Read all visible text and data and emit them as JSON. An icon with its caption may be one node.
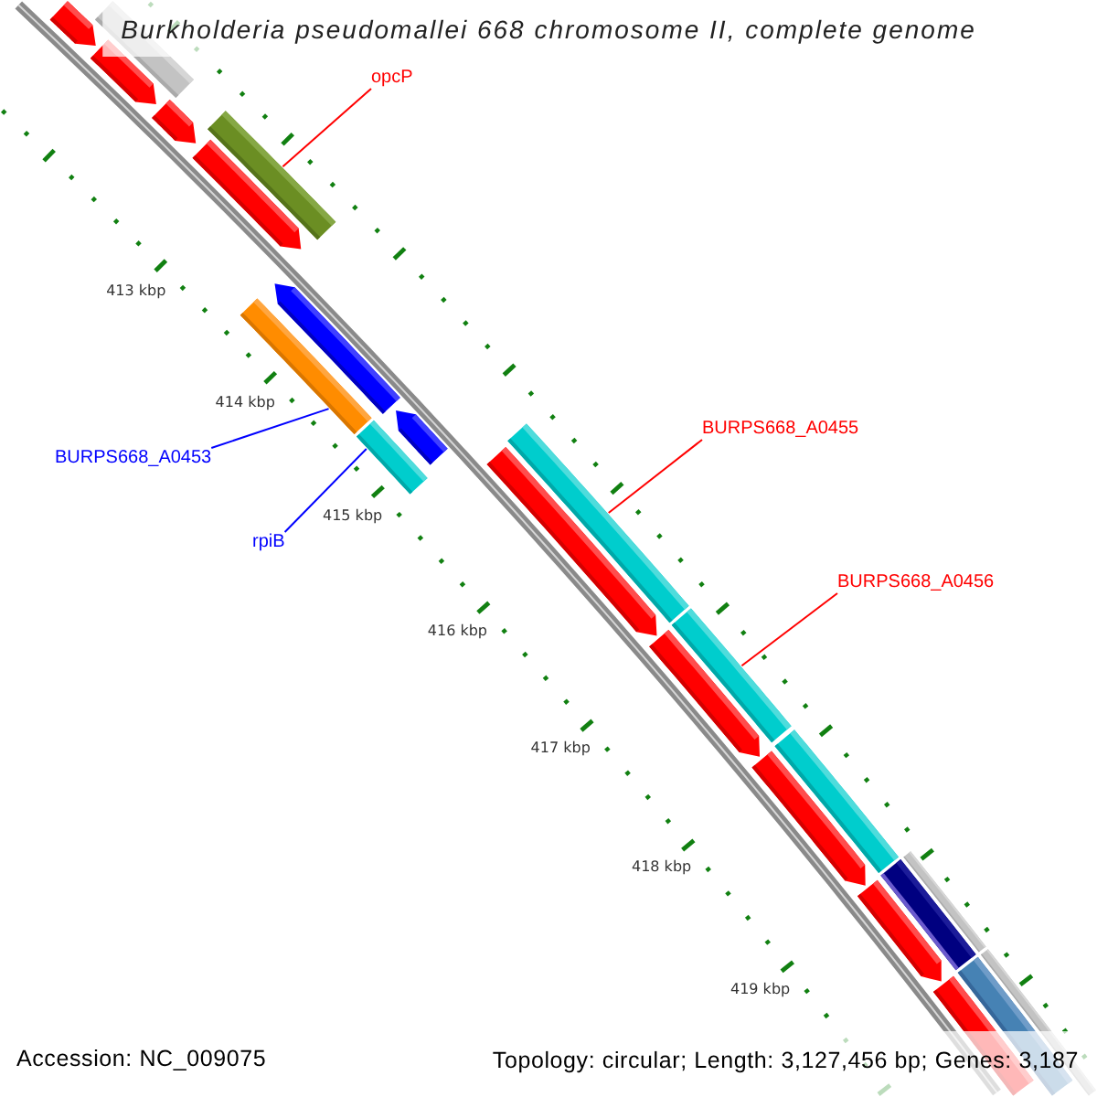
{
  "diagram": {
    "title": "Burkholderia pseudomallei 668 chromosome II, complete genome",
    "nodes": [
      {
        "text": [
          "opcP"
        ]
      },
      {
        "text": [
          "BURPS668_A0455"
        ]
      },
      {
        "text": [
          "BURPS668_A0453"
        ]
      },
      {
        "text": [
          "rpiB"
        ]
      },
      {
        "text": [
          "BURPS668_A0456"
        ]
      },
      {
        "text": [],
        "shape": "bar"
      },
      {
        "text": [],
        "shape": "arrow"
      },
      {
        "text": [],
        "shape": "arrow"
      },
      {
        "text": [],
        "shape": "arrow"
      },
      {
        "text": [],
        "shape": "bar"
      },
      {
        "text": [],
        "shape": "arrow"
      },
      {
        "text": [],
        "shape": "bar"
      },
      {
        "text": [],
        "shape": "arrow"
      },
      {
        "text": [],
        "shape": "bar"
      },
      {
        "text": [],
        "shape": "arrow"
      },
      {
        "text": [],
        "shape": "bar"
      },
      {
        "text": [],
        "shape": "arrow"
      },
      {
        "text": [],
        "shape": "bar"
      },
      {
        "text": [],
        "shape": "arrow"
      },
      {
        "text": [],
        "shape": "bar"
      },
      {
        "text": [],
        "shape": "arrow"
      },
      {
        "text": [],
        "shape": "bar"
      },
      {
        "text": [],
        "shape": "bar"
      },
      {
        "text": [],
        "shape": "arrow"
      },
      {
        "text": [],
        "shape": "bar"
      },
      {
        "text": [],
        "shape": "bar"
      },
      {
        "text": [],
        "shape": "arrow"
      }
    ],
    "edges": [
      {
        "from": 0,
        "to": 9,
        "arrow": "none"
      },
      {
        "from": 1,
        "to": 15,
        "arrow": "none"
      },
      {
        "from": 2,
        "to": 11,
        "arrow": "none",
        "color": "#0000ff"
      },
      {
        "from": 3,
        "to": 13,
        "arrow": "none",
        "color": "#0000ff"
      },
      {
        "from": 4,
        "to": 17,
        "arrow": "none"
      }
    ],
    "labels": [
      "413 kbp",
      "414 kbp",
      "415 kbp",
      "416 kbp",
      "417 kbp",
      "418 kbp",
      "419 kbp",
      "Accession: NC_009075",
      "Topology: circular; Length: 3,127,456 bp; Genes: 3,187"
    ]
  }
}
